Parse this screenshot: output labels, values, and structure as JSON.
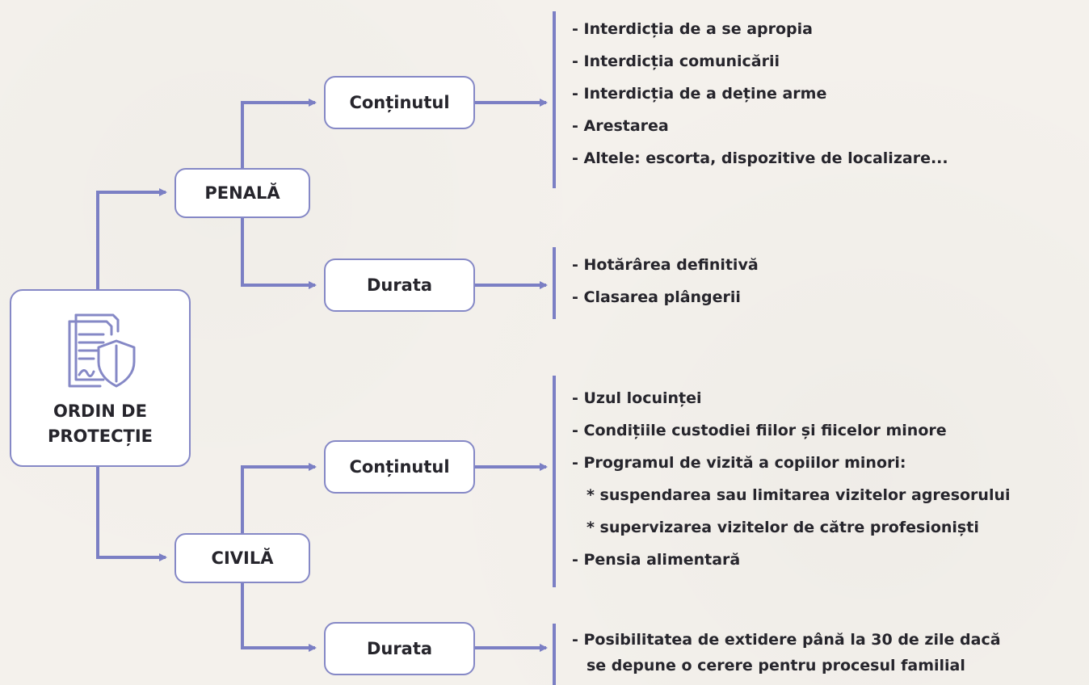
{
  "root": {
    "label_line1": "ORDIN DE",
    "label_line2": "PROTECȚIE",
    "icon": "document-shield-icon"
  },
  "colors": {
    "connector": "#7b7fc4",
    "box_border": "#8588c6",
    "background": "#f4f1ec",
    "text": "#26252c"
  },
  "branches": [
    {
      "label": "PENALĂ",
      "children": [
        {
          "label": "Conținutul",
          "items": [
            "- Interdicția de a se apropia",
            "- Interdicția comunicării",
            "- Interdicția de a deține arme",
            "- Arestarea",
            "- Altele: escorta, dispozitive de localizare..."
          ]
        },
        {
          "label": "Durata",
          "items": [
            "- Hotărârea definitivă",
            "- Clasarea plângerii"
          ]
        }
      ]
    },
    {
      "label": "CIVILĂ",
      "children": [
        {
          "label": "Conținutul",
          "items": [
            "- Uzul locuinței",
            "- Condițiile custodiei fiilor și fiicelor minore",
            "- Programul de vizită a copiilor minori:",
            "* suspendarea sau limitarea vizitelor agresorului",
            "* supervizarea vizitelor de către profesioniști",
            "- Pensia alimentară"
          ]
        },
        {
          "label": "Durata",
          "items": [
            "- Posibilitatea de extidere până la 30 de zile dacă",
            "se depune o cerere pentru procesul familial"
          ]
        }
      ]
    }
  ]
}
